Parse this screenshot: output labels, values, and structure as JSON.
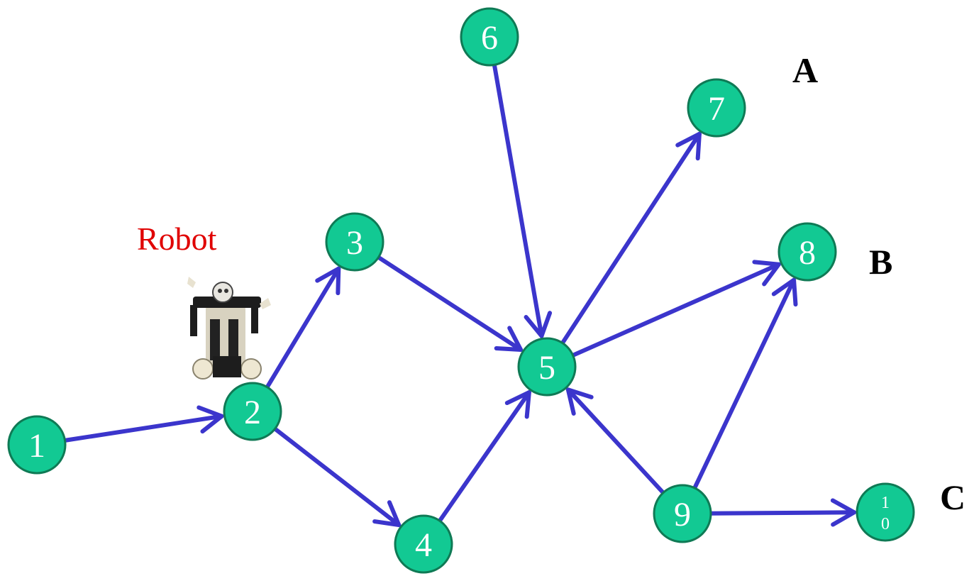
{
  "robot_label": "Robot",
  "colors": {
    "node_fill": "#12c993",
    "node_stroke": "#0f7a55",
    "edge": "#3b35cc",
    "robot_label": "#e00000",
    "text": "#000000"
  },
  "nodes": [
    {
      "id": "1",
      "label": "1"
    },
    {
      "id": "2",
      "label": "2"
    },
    {
      "id": "3",
      "label": "3"
    },
    {
      "id": "4",
      "label": "4"
    },
    {
      "id": "5",
      "label": "5"
    },
    {
      "id": "6",
      "label": "6"
    },
    {
      "id": "7",
      "label": "7"
    },
    {
      "id": "8",
      "label": "8"
    },
    {
      "id": "9",
      "label": "9"
    },
    {
      "id": "10",
      "label": "1 0"
    }
  ],
  "edges": [
    {
      "from": "1",
      "to": "2"
    },
    {
      "from": "2",
      "to": "3"
    },
    {
      "from": "2",
      "to": "4"
    },
    {
      "from": "3",
      "to": "5"
    },
    {
      "from": "4",
      "to": "5"
    },
    {
      "from": "6",
      "to": "5"
    },
    {
      "from": "5",
      "to": "7"
    },
    {
      "from": "5",
      "to": "8"
    },
    {
      "from": "9",
      "to": "5"
    },
    {
      "from": "9",
      "to": "8"
    },
    {
      "from": "9",
      "to": "10"
    }
  ],
  "goal_labels": [
    {
      "id": "A",
      "text": "A"
    },
    {
      "id": "B",
      "text": "B"
    },
    {
      "id": "C",
      "text": "C"
    }
  ],
  "robot_image": "robot-icon"
}
